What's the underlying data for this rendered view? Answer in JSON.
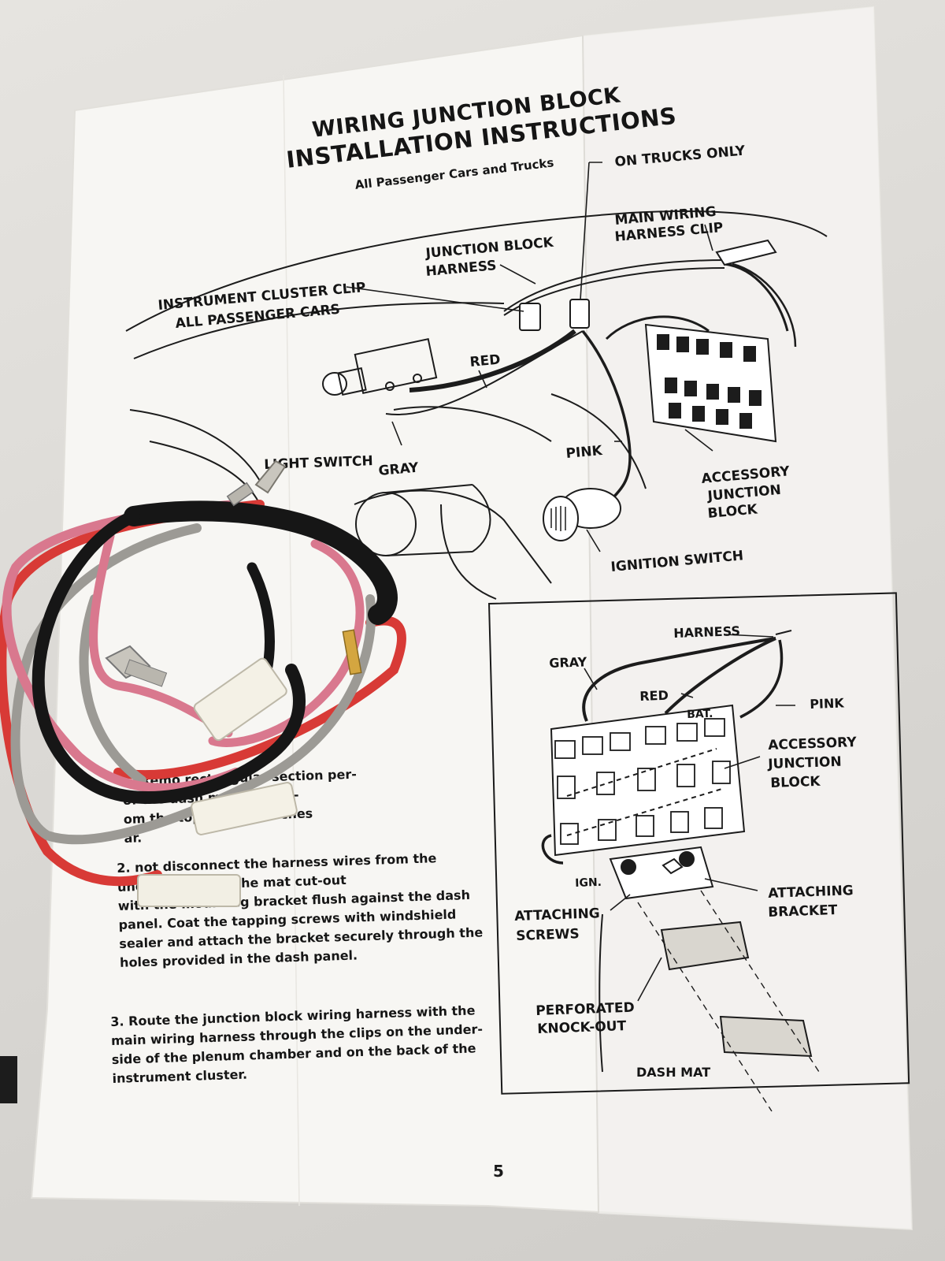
{
  "document": {
    "title_line1": "WIRING JUNCTION BLOCK",
    "title_line2": "INSTALLATION INSTRUCTIONS",
    "subtitle": "All Passenger Cars and Trucks",
    "page_number": "5"
  },
  "top_diagram": {
    "labels": {
      "on_trucks_only": "ON TRUCKS ONLY",
      "main_wiring_harness_clip_1": "MAIN WIRING",
      "main_wiring_harness_clip_2": "HARNESS CLIP",
      "junction_block_harness_1": "JUNCTION BLOCK",
      "junction_block_harness_2": "HARNESS",
      "instrument_cluster_clip_1": "INSTRUMENT CLUSTER CLIP",
      "instrument_cluster_clip_2": "ALL PASSENGER CARS",
      "red": "RED",
      "light_switch": "LIGHT SWITCH",
      "gray": "GRAY",
      "pink": "PINK",
      "accessory_junction_block_1": "ACCESSORY",
      "accessory_junction_block_2": "JUNCTION",
      "accessory_junction_block_3": "BLOCK",
      "ignition_switch": "IGNITION SWITCH"
    }
  },
  "inset_diagram": {
    "labels": {
      "harness": "HARNESS",
      "gray": "GRAY",
      "red": "RED",
      "pink": "PINK",
      "bat": "BAT.",
      "accessory_1": "ACCESSORY",
      "accessory_2": "JUNCTION",
      "accessory_3": "BLOCK",
      "ign": "IGN.",
      "attaching_bracket_1": "ATTACHING",
      "attaching_bracket_2": "BRACKET",
      "attaching_screws_1": "ATTACHING",
      "attaching_screws_2": "SCREWS",
      "perforated_1": "PERFORATED",
      "perforated_2": "KNOCK-OUT",
      "dash_mat": "DASH MAT"
    }
  },
  "instructions": {
    "step1_l1": "1. Remo          rectangular section per-",
    "step1_l2": "                 of the dash mat approxi-",
    "step1_l3": "                 om the top and five inches",
    "step1_l4": "                 ar.",
    "step2_l1": "2.   not  disconnect  the  harness  wires  from  the",
    "step2_l2": "                    unction block in the mat cut-out",
    "step2_l3": "with the mounting bracket flush against the dash",
    "step2_l4": "panel. Coat the tapping screws with windshield",
    "step2_l5": "sealer and attach the bracket securely through the",
    "step2_l6": "holes provided in the dash panel.",
    "step3_l1": "3. Route the junction block wiring harness with the",
    "step3_l2": "main wiring harness through the clips on the under-",
    "step3_l3": "side of the plenum chamber and on the back of the",
    "step3_l4": "instrument cluster."
  },
  "colors": {
    "paper": "#f7f6f3",
    "ink": "#1c1c1c",
    "wire_black": "#161616",
    "wire_pink": "#d9788e",
    "wire_red": "#d83a36",
    "wire_gray": "#9c9a95"
  }
}
